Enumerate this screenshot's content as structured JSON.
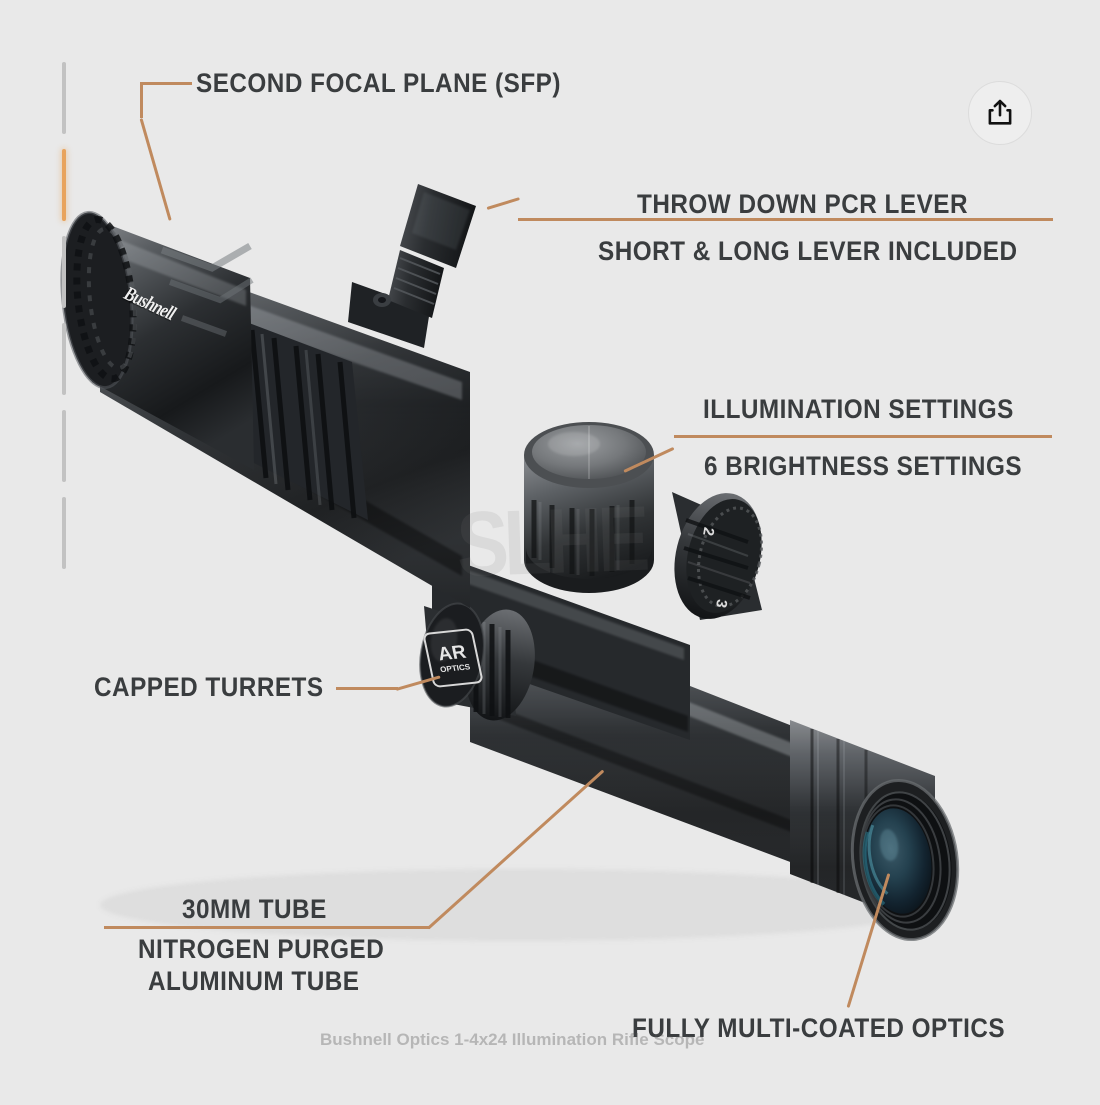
{
  "page": {
    "background_color": "#e9e9e9",
    "accent_color": "#c08a5e",
    "text_color": "#3a3d3f",
    "active_segment_color": "#e8a35c"
  },
  "toolbar": {
    "share_button_label": "Share",
    "share_icon": "share-upload-icon"
  },
  "pagination": {
    "total_segments": 6,
    "active_index": 2,
    "orientation": "vertical"
  },
  "product": {
    "brand": "Bushnell",
    "turret_cap_line1": "AR",
    "turret_cap_line2": "OPTICS",
    "dial_numbers": [
      "2",
      "3"
    ],
    "watermark": "SLHE"
  },
  "callouts": [
    {
      "id": "second-focal-plane",
      "lines": [
        "SECOND FOCAL PLANE (SFP)"
      ]
    },
    {
      "id": "throw-down-lever",
      "lines": [
        "THROW DOWN PCR LEVER",
        "SHORT & LONG LEVER INCLUDED"
      ]
    },
    {
      "id": "illumination",
      "lines": [
        "ILLUMINATION SETTINGS",
        "6 BRIGHTNESS SETTINGS"
      ]
    },
    {
      "id": "capped-turrets",
      "lines": [
        "CAPPED TURRETS"
      ]
    },
    {
      "id": "tube",
      "lines": [
        "30MM TUBE",
        "NITROGEN PURGED",
        "ALUMINUM TUBE"
      ]
    },
    {
      "id": "optics",
      "lines": [
        "FULLY MULTI-COATED OPTICS"
      ]
    }
  ],
  "labels": {
    "sfp": "SECOND FOCAL PLANE (SFP)",
    "throw_lever_1": "THROW DOWN PCR LEVER",
    "throw_lever_2": "SHORT & LONG LEVER INCLUDED",
    "illum_1": "ILLUMINATION SETTINGS",
    "illum_2": "6 BRIGHTNESS SETTINGS",
    "capped_turrets": "CAPPED TURRETS",
    "tube_1": "30MM TUBE",
    "tube_2": "NITROGEN PURGED",
    "tube_3": "ALUMINUM TUBE",
    "optics": "FULLY MULTI-COATED OPTICS",
    "cropped_caption": "Bushnell Optics 1-4x24 Illumination Rifle Scope"
  }
}
